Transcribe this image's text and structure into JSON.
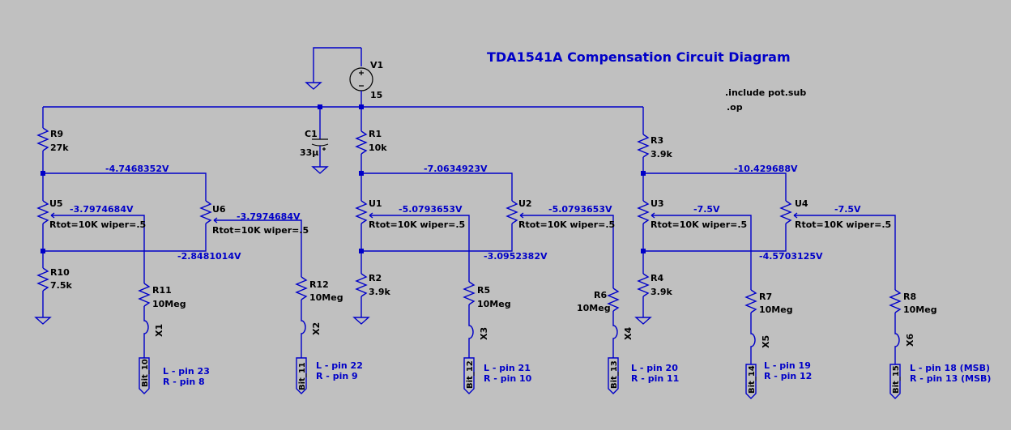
{
  "title": "TDA1541A Compensation Circuit Diagram",
  "directives": [
    ".include pot.sub",
    ".op"
  ],
  "source": {
    "name": "V1",
    "value": "15"
  },
  "capacitor": {
    "name": "C1",
    "value": "33µ"
  },
  "stages": [
    {
      "top_res": {
        "name": "R9",
        "value": "27k"
      },
      "bot_res": {
        "name": "R10",
        "value": "7.5k"
      },
      "top_node_v": "-4.7468352V",
      "bot_node_v": "-2.8481014V",
      "pots": [
        {
          "name": "U5",
          "param": "Rtot=10K wiper=.5",
          "wiper_v": "-3.7974684V",
          "res": {
            "name": "R11",
            "value": "10Meg"
          },
          "x": "X1",
          "bit": "Bit_10",
          "pins": [
            "L - pin 23",
            "R - pin 8"
          ]
        },
        {
          "name": "U6",
          "param": "Rtot=10K wiper=.5",
          "wiper_v": "-3.7974684V",
          "res": {
            "name": "R12",
            "value": "10Meg"
          },
          "x": "X2",
          "bit": "Bit_11",
          "pins": [
            "L - pin 22",
            "R - pin 9"
          ]
        }
      ]
    },
    {
      "top_res": {
        "name": "R1",
        "value": "10k"
      },
      "bot_res": {
        "name": "R2",
        "value": "3.9k"
      },
      "top_node_v": "-7.0634923V",
      "bot_node_v": "-3.0952382V",
      "pots": [
        {
          "name": "U1",
          "param": "Rtot=10K wiper=.5",
          "wiper_v": "-5.0793653V",
          "res": {
            "name": "R5",
            "value": "10Meg"
          },
          "x": "X3",
          "bit": "Bit_12",
          "pins": [
            "L - pin 21",
            "R - pin 10"
          ]
        },
        {
          "name": "U2",
          "param": "Rtot=10K wiper=.5",
          "wiper_v": "-5.0793653V",
          "res": {
            "name": "R6",
            "value": "10Meg"
          },
          "x": "X4",
          "bit": "Bit_13",
          "pins": [
            "L - pin 20",
            "R - pin 11"
          ]
        }
      ]
    },
    {
      "top_res": {
        "name": "R3",
        "value": "3.9k"
      },
      "bot_res": {
        "name": "R4",
        "value": "3.9k"
      },
      "top_node_v": "-10.429688V",
      "bot_node_v": "-4.5703125V",
      "pots": [
        {
          "name": "U3",
          "param": "Rtot=10K wiper=.5",
          "wiper_v": "-7.5V",
          "res": {
            "name": "R7",
            "value": "10Meg"
          },
          "x": "X5",
          "bit": "Bit_14",
          "pins": [
            "L - pin 19",
            "R - pin 12"
          ]
        },
        {
          "name": "U4",
          "param": "Rtot=10K wiper=.5",
          "wiper_v": "-7.5V",
          "res": {
            "name": "R8",
            "value": "10Meg"
          },
          "x": "X6",
          "bit": "Bit_15",
          "pins": [
            "L - pin 18 (MSB)",
            "R - pin 13 (MSB)"
          ]
        }
      ]
    }
  ]
}
